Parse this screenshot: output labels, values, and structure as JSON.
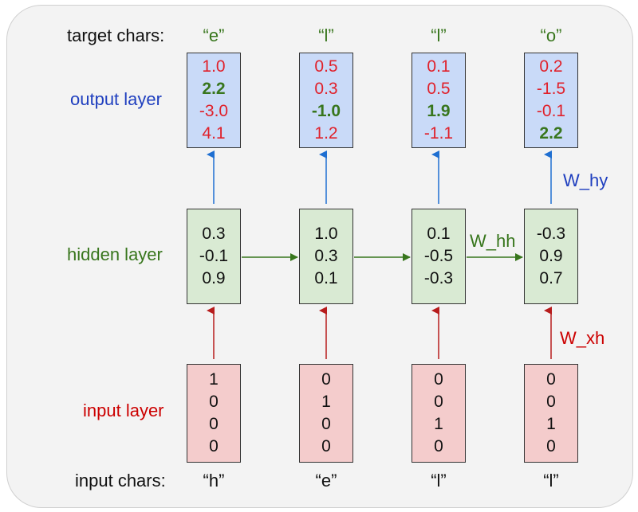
{
  "labels": {
    "target_chars": "target chars:",
    "output_layer": "output layer",
    "hidden_layer": "hidden layer",
    "input_layer": "input layer",
    "input_chars": "input chars:"
  },
  "weights": {
    "w_hy": "W_hy",
    "w_hh": "W_hh",
    "w_xh": "W_xh"
  },
  "colors": {
    "output_label": "#1f3fbf",
    "hidden_label": "#38761d",
    "input_label": "#cc0000",
    "target_char": "#38761d",
    "blue_arrow": "#1f6fd1",
    "green_arrow": "#38761d",
    "red_arrow": "#b71c1c"
  },
  "columns": [
    {
      "target_char": "“e”",
      "output": [
        {
          "v": "1.0",
          "hi": false
        },
        {
          "v": "2.2",
          "hi": true
        },
        {
          "v": "-3.0",
          "hi": false
        },
        {
          "v": "4.1",
          "hi": false
        }
      ],
      "hidden": [
        "0.3",
        "-0.1",
        "0.9"
      ],
      "input": [
        "1",
        "0",
        "0",
        "0"
      ],
      "input_char": "“h”"
    },
    {
      "target_char": "“l”",
      "output": [
        {
          "v": "0.5",
          "hi": false
        },
        {
          "v": "0.3",
          "hi": false
        },
        {
          "v": "-1.0",
          "hi": true
        },
        {
          "v": "1.2",
          "hi": false
        }
      ],
      "hidden": [
        "1.0",
        "0.3",
        "0.1"
      ],
      "input": [
        "0",
        "1",
        "0",
        "0"
      ],
      "input_char": "“e”"
    },
    {
      "target_char": "“l”",
      "output": [
        {
          "v": "0.1",
          "hi": false
        },
        {
          "v": "0.5",
          "hi": false
        },
        {
          "v": "1.9",
          "hi": true
        },
        {
          "v": "-1.1",
          "hi": false
        }
      ],
      "hidden": [
        "0.1",
        "-0.5",
        "-0.3"
      ],
      "input": [
        "0",
        "0",
        "1",
        "0"
      ],
      "input_char": "“l”"
    },
    {
      "target_char": "“o”",
      "output": [
        {
          "v": "0.2",
          "hi": false
        },
        {
          "v": "-1.5",
          "hi": false
        },
        {
          "v": "-0.1",
          "hi": false
        },
        {
          "v": "2.2",
          "hi": true
        }
      ],
      "hidden": [
        "-0.3",
        "0.9",
        "0.7"
      ],
      "input": [
        "0",
        "0",
        "1",
        "0"
      ],
      "input_char": "“l”"
    }
  ]
}
